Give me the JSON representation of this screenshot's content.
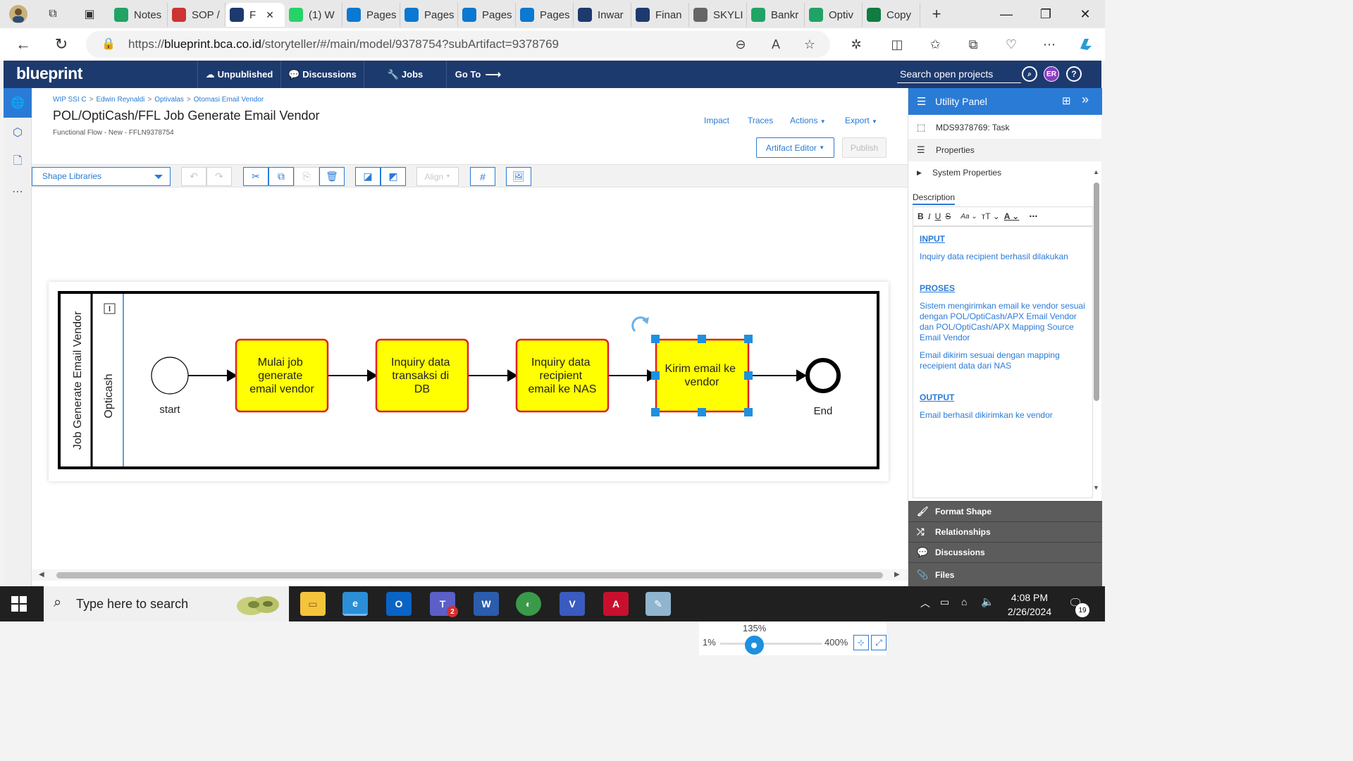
{
  "browser": {
    "tabs": [
      {
        "label": "Notes",
        "favicon": "spreadsheet-icon",
        "color": "#21a366"
      },
      {
        "label": "SOP /",
        "favicon": "pdf-icon",
        "color": "#cc3333"
      },
      {
        "label": "F",
        "favicon": "blueprint-icon",
        "color": "#1d3a6e",
        "active": true
      },
      {
        "label": "(1) W",
        "favicon": "whatsapp-icon",
        "color": "#25d366"
      },
      {
        "label": "Pages",
        "favicon": "sharepoint-icon",
        "color": "#0b78d1"
      },
      {
        "label": "Pages",
        "favicon": "sharepoint-icon",
        "color": "#0b78d1"
      },
      {
        "label": "Pages",
        "favicon": "sharepoint-icon",
        "color": "#0b78d1"
      },
      {
        "label": "Pages",
        "favicon": "sharepoint-icon",
        "color": "#0b78d1"
      },
      {
        "label": "Inwar",
        "favicon": "bca-icon",
        "color": "#1d3a6e"
      },
      {
        "label": "Finan",
        "favicon": "bca-icon",
        "color": "#1d3a6e"
      },
      {
        "label": "SKYLI",
        "favicon": "document-icon",
        "color": "#666666"
      },
      {
        "label": "Bankr",
        "favicon": "spreadsheet-icon",
        "color": "#21a366"
      },
      {
        "label": "Optiv",
        "favicon": "spreadsheet-icon",
        "color": "#21a366"
      },
      {
        "label": "Copy",
        "favicon": "excel-icon",
        "color": "#107c41"
      }
    ],
    "url_prefix": "https://",
    "url_host": "blueprint.bca.co.id",
    "url_path": "/storyteller/#/main/model/9378754?subArtifact=9378769"
  },
  "app": {
    "logo": "blueprint",
    "nav": {
      "unpublished": "Unpublished",
      "discussions": "Discussions",
      "jobs": "Jobs",
      "goto": "Go To"
    },
    "search_placeholder": "Search open projects",
    "user_initials": "ER",
    "help": "?"
  },
  "artifact": {
    "breadcrumb": [
      "WIP SSI C",
      "Edwin Reynaldi",
      "Optivalas",
      "Otomasi Email Vendor"
    ],
    "title": "POL/OptiCash/FFL Job Generate Email Vendor",
    "subtitle": "Functional Flow - New - FFLN9378754",
    "links": {
      "impact": "Impact",
      "traces": "Traces",
      "actions": "Actions",
      "export": "Export"
    },
    "artifact_editor": "Artifact Editor",
    "publish": "Publish"
  },
  "toolbar": {
    "shape_libraries": "Shape Libraries",
    "align": "Align"
  },
  "diagram": {
    "pool_label": "Job Generate Email Vendor",
    "lane_label": "Opticash",
    "start_label": "start",
    "end_label": "End",
    "tasks": [
      "Mulai job generate email vendor",
      "Inquiry data transaksi di DB",
      "Inquiry data recipient email ke NAS",
      "Kirim email ke vendor"
    ],
    "task_fill": "#ffff00",
    "task_border": "#e0202a",
    "selected_task_index": 3
  },
  "zoom": {
    "current": "135%",
    "min": "1%",
    "max": "400%",
    "slider_fraction": 0.335
  },
  "utility_panel": {
    "title": "Utility Panel",
    "artifact_id": "MDS9378769: Task",
    "properties": "Properties",
    "system_properties": "System Properties",
    "description_label": "Description",
    "description": {
      "input_heading": "INPUT",
      "input_text": "Inquiry data recipient berhasil dilakukan",
      "proses_heading": "PROSES",
      "proses_text_1": "Sistem mengirimkan email ke vendor sesuai dengan POL/OptiCash/APX Email Vendor dan POL/OptiCash/APX Mapping Source Email Vendor",
      "proses_text_2": "Email dikirim sesuai dengan mapping receipient data dari NAS",
      "output_heading": "OUTPUT",
      "output_text": "Email berhasil dikirimkan ke vendor"
    },
    "footer": [
      "Format Shape",
      "Relationships",
      "Discussions",
      "Files"
    ]
  },
  "taskbar": {
    "search_placeholder": "Type here to search",
    "time": "4:08 PM",
    "date": "2/26/2024",
    "notification_count": "19",
    "teams_badge": "2"
  },
  "colors": {
    "brand_navy": "#1d3a6e",
    "accent_blue": "#2a7bd6"
  }
}
